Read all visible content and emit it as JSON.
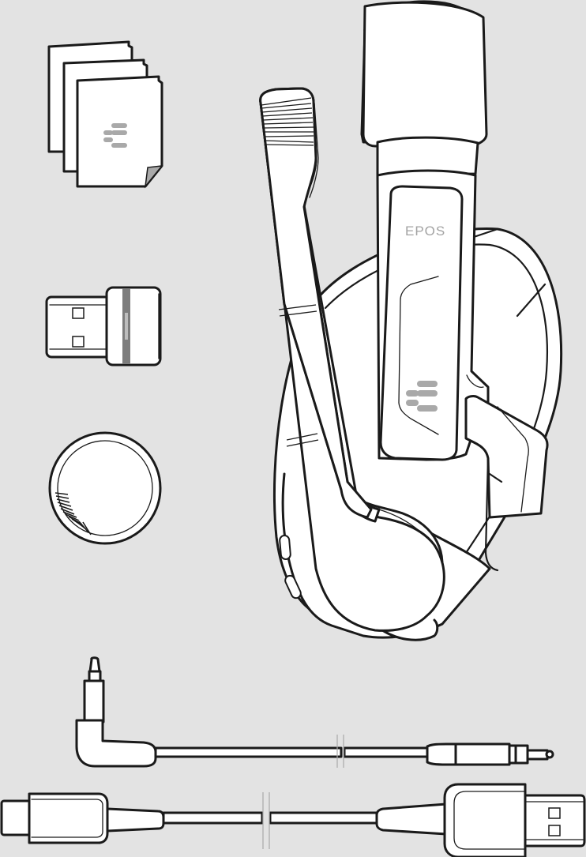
{
  "figure": {
    "description": "Package contents illustration",
    "background_color": "#e3e3e3",
    "line_color": "#1a1a1a",
    "accent_gray": "#a9a9a9",
    "items": [
      {
        "id": "manuals",
        "label": "quick-guide-booklets-icon"
      },
      {
        "id": "dongle",
        "label": "usb-dongle-icon"
      },
      {
        "id": "magnet-disc",
        "label": "magnet-disc-icon"
      },
      {
        "id": "headset",
        "label": "headset-icon"
      },
      {
        "id": "audio-cable",
        "label": "audio-jack-cable-icon"
      },
      {
        "id": "usb-cable",
        "label": "usb-c-to-usb-a-cable-icon"
      }
    ]
  },
  "headset": {
    "brand_text": "EPOS"
  }
}
